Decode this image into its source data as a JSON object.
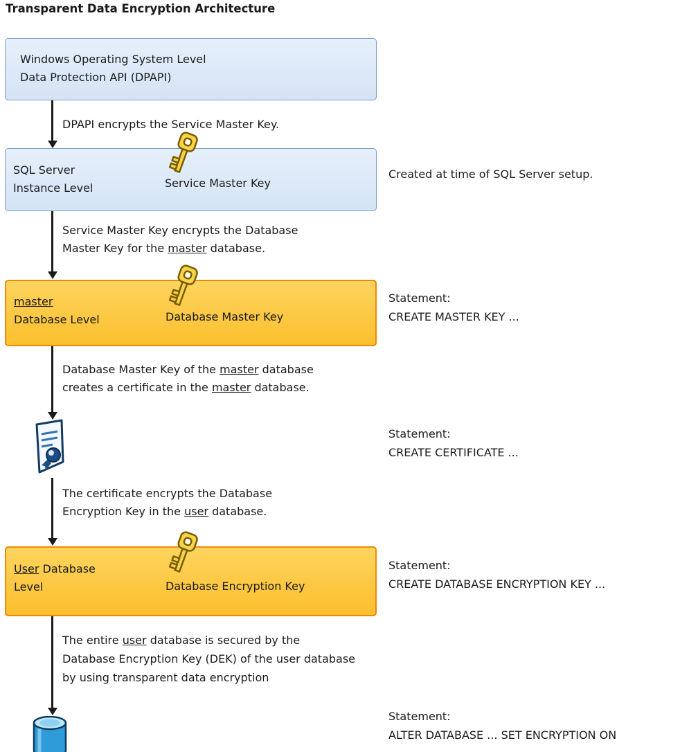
{
  "title": "Transparent Data Encryption Architecture",
  "colors": {
    "box_blue_fill": "#dce8f8",
    "box_blue_border": "#7d9cc8",
    "box_orange_fill": "#fdc74a",
    "box_orange_border": "#f08705",
    "arrow": "#1a1a1a",
    "text": "#1a1a1a",
    "key_gold": "#f6d44c",
    "icon_navy": "#1c4e86",
    "db_blue": "#2f9cd9"
  },
  "icons": {
    "key": "gold-key-icon",
    "certificate": "certificate-with-seal-icon",
    "database": "database-cylinder-icon"
  },
  "boxes": {
    "dpapi": {
      "line1": "Windows Operating System Level",
      "line2": "Data Protection API (DPAPI)"
    },
    "instance": {
      "line1": "SQL Server",
      "line2": "Instance Level",
      "key_label": "Service Master Key",
      "note": "Created at time of SQL Server setup."
    },
    "master": {
      "line1": "master",
      "line2": "Database Level",
      "key_label": "Database Master Key",
      "statement_label": "Statement:",
      "statement": "CREATE MASTER KEY ..."
    },
    "user": {
      "line1": {
        "u": "User",
        "post": " Database"
      },
      "line2": "Level",
      "key_label": "Database Encryption Key",
      "statement_label": "Statement:",
      "statement": "CREATE DATABASE ENCRYPTION KEY ..."
    }
  },
  "certificate": {
    "statement_label": "Statement:",
    "statement": "CREATE CERTIFICATE ..."
  },
  "database": {
    "statement_label": "Statement:",
    "statement": "ALTER DATABASE ... SET ENCRYPTION ON"
  },
  "arrows": {
    "a1": {
      "line1": "DPAPI encrypts the Service Master Key."
    },
    "a2": {
      "line1": "Service Master Key encrypts the Database",
      "line2": {
        "pre": "Master Key for the ",
        "u": "master",
        "post": " database."
      }
    },
    "a3": {
      "line1": {
        "pre": "Database Master Key of the ",
        "u": "master",
        "post": " database"
      },
      "line2": {
        "pre": "creates a certificate in the ",
        "u": "master",
        "post": " database."
      }
    },
    "a4": {
      "line1": "The certificate encrypts the Database",
      "line2": {
        "pre": "Encryption Key in the ",
        "u": "user",
        "post": " database."
      }
    },
    "a5": {
      "line1": {
        "pre": "The entire ",
        "u": "user",
        "post": " database is secured by the"
      },
      "line2": "Database Encryption Key (DEK) of the user database",
      "line3": "by using transparent data encryption"
    }
  }
}
